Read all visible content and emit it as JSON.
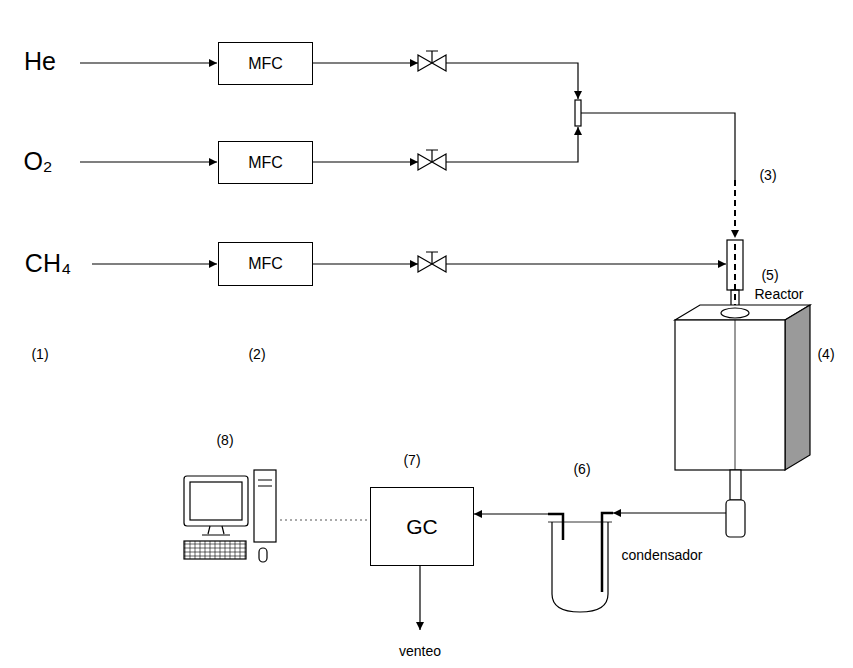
{
  "diagram": {
    "nodes": [
      {
        "text": [
          "MFC"
        ]
      },
      {
        "text": [
          "MFC"
        ]
      },
      {
        "text": [
          "MFC"
        ]
      },
      {
        "text": [
          "GC"
        ]
      }
    ],
    "labels": [
      "He",
      "O₂",
      "CH₄",
      "(1)",
      "(2)",
      "(3)",
      "(5)",
      "Reactor",
      "(4)",
      "(8)",
      "(7)",
      "(6)",
      "condensador",
      "venteo"
    ]
  }
}
